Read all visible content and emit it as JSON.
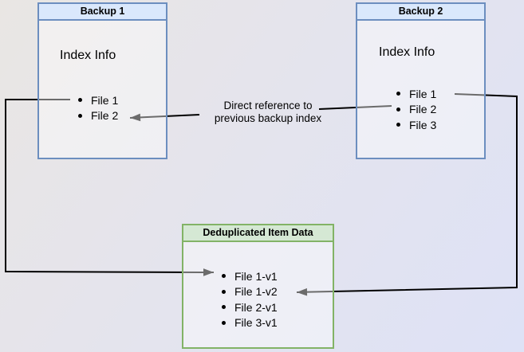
{
  "diagram": {
    "backup1": {
      "title": "Backup 1",
      "subtitle": "Index Info",
      "items": [
        "File 1",
        "File 2"
      ]
    },
    "backup2": {
      "title": "Backup 2",
      "subtitle": "Index Info",
      "items": [
        "File 1",
        "File 2",
        "File 3"
      ]
    },
    "dedup": {
      "title": "Deduplicated Item Data",
      "items": [
        "File 1-v1",
        "File 1-v2",
        "File 2-v1",
        "File 3-v1"
      ]
    },
    "reference_label": {
      "line1": "Direct reference to",
      "line2": "previous backup index"
    },
    "colors": {
      "page_bg_start": "#e9e6e3",
      "page_bg_end": "#dee2f6",
      "blue_header_fill": "#dae8fc",
      "blue_border": "#6c8ebf",
      "green_header_fill": "#d5e8d4",
      "green_border": "#82b366",
      "arrow": "#000000",
      "text": "#000000"
    }
  }
}
